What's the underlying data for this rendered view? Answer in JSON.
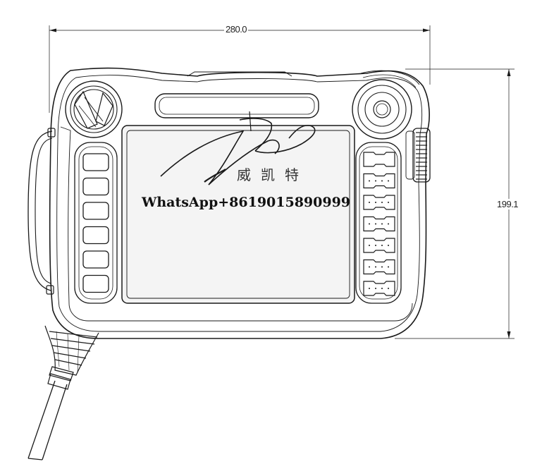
{
  "dimensions": {
    "width_label": "280.0",
    "height_label": "199.1"
  },
  "watermark": {
    "chinese_text": "威凯特",
    "contact_text": "WhatsApp+8619015890999"
  },
  "colors": {
    "line": "#1a1a1a",
    "screen": "#f4f4f4",
    "background": "#ffffff"
  },
  "left_buttons": [
    {
      "id": "left-key-1"
    },
    {
      "id": "left-key-2"
    },
    {
      "id": "left-key-3"
    },
    {
      "id": "left-key-4"
    },
    {
      "id": "left-key-5"
    },
    {
      "id": "left-key-6"
    }
  ],
  "right_buttons": [
    {
      "id": "right-key-1"
    },
    {
      "id": "right-key-2"
    },
    {
      "id": "right-key-3"
    },
    {
      "id": "right-key-4"
    },
    {
      "id": "right-key-5"
    },
    {
      "id": "right-key-6"
    },
    {
      "id": "right-key-7"
    }
  ],
  "icons": {
    "mode_switch": "key-selector-icon",
    "emergency_stop": "emergency-stop-icon",
    "handwheel": "handwheel-icon",
    "cable": "cable-icon",
    "strap": "hand-strap-icon"
  }
}
